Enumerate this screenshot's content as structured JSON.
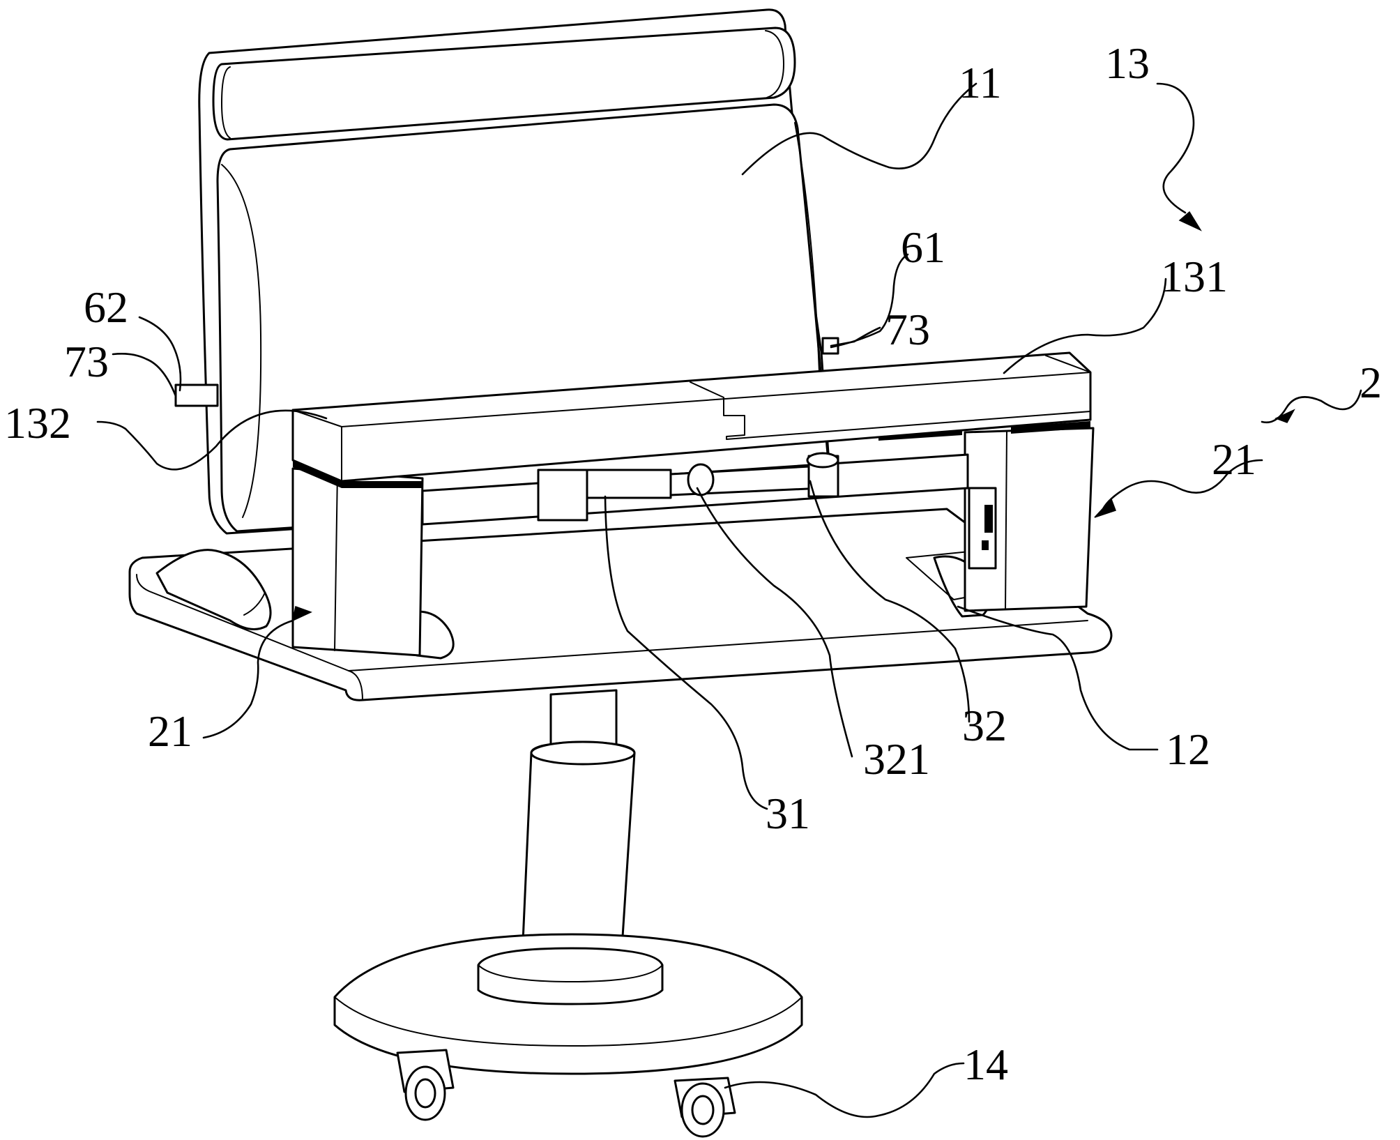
{
  "labels": {
    "l11": "11",
    "l13": "13",
    "l131": "131",
    "l61": "61",
    "l73_right": "73",
    "l62": "62",
    "l73_left": "73",
    "l132": "132",
    "l2": "2",
    "l21_right": "21",
    "l21_left": "21",
    "l31": "31",
    "l321": "321",
    "l32": "32",
    "l12": "12",
    "l14": "14"
  },
  "colors": {
    "line": "#000000",
    "background": "#ffffff"
  }
}
